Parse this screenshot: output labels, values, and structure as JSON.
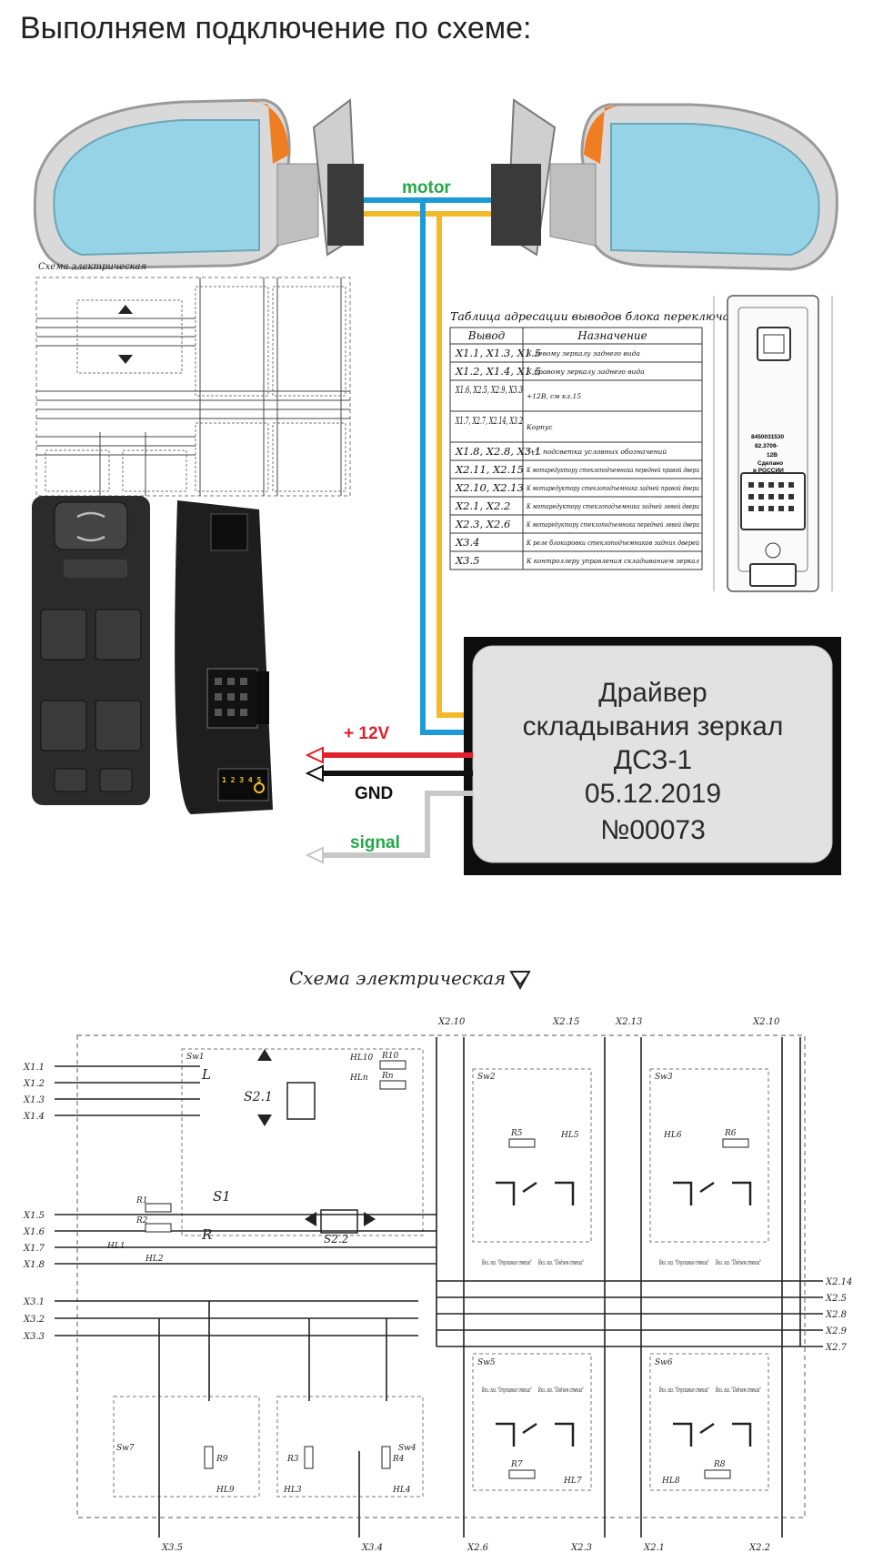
{
  "page": {
    "heading": "Выполняем подключение по схеме:"
  },
  "wires": {
    "motor": "motor",
    "plus12v": "+ 12V",
    "gnd": "GND",
    "signal": "signal",
    "colors": {
      "motor_blue": "#1e9ad6",
      "motor_yellow": "#f2b928",
      "plus12v": "#e0202a",
      "gnd": "#111111",
      "signal": "#c8c8c8",
      "motor_label": "#25a84a",
      "plus12v_label": "#e0202a",
      "signal_label": "#25a84a"
    }
  },
  "driver": {
    "line1": "Драйвер",
    "line2": "складывания зеркал",
    "line3": "ДСЗ-1",
    "date": "05.12.2019",
    "serial": "№00073"
  },
  "connector": {
    "pins": "1 2 3 4 5"
  },
  "small_schematic": {
    "title": "Схема электрическая"
  },
  "table": {
    "title": "Таблица адресации выводов блока переключателей",
    "headers": [
      "Вывод",
      "Назначение"
    ],
    "rows": [
      [
        "X1.1, X1.3, X1.5",
        "К левому зеркалу заднего вида"
      ],
      [
        "X1.2, X1.4, X1.5",
        "К правому зеркалу заднего вида"
      ],
      [
        "X1.6, X2.5, X2.9, X3.3",
        "+12В, см кл.15"
      ],
      [
        "X1.7, X2.7, X2.14, X3.2",
        "Корпус"
      ],
      [
        "X1.8, X2.8, X3.1",
        "\"+\", подсветка условных обозначений"
      ],
      [
        "X2.11, X2.15",
        "К мотаредуктору стеклоподъемника передней правой двери"
      ],
      [
        "X2.10, X2.13",
        "К мотаредуктору стеклоподъемника задней правой двери"
      ],
      [
        "X2.1, X2.2",
        "К мотаредуктору стеклоподъемника задней левой двери"
      ],
      [
        "X2.3, X2.6",
        "К мотаредуктору стеклоподъемника передней левой двери"
      ],
      [
        "X3.4",
        "К реле блокировки стеклоподъемников задних дверей"
      ],
      [
        "X3.5",
        "К контроллеру управления складыванием зеркал"
      ]
    ]
  },
  "unit_drawing": {
    "label1": "8450031530",
    "label2": "82.3709-",
    "label3": "12В",
    "label4": "Сделано",
    "label5": "в РОССИИ"
  },
  "big_schematic": {
    "title": "Схема электрическая",
    "top_labels": [
      "X2.10",
      "X2.15",
      "X2.13",
      "X2.10"
    ],
    "left_inputs_top": [
      "X1.1",
      "X1.2",
      "X1.3",
      "X1.4"
    ],
    "left_inputs_mid": [
      "X1.5",
      "X1.6",
      "X1.7",
      "X1.8"
    ],
    "left_inputs_low": [
      "X3.1",
      "X3.2",
      "X3.3"
    ],
    "right_outputs": [
      "X2.14",
      "X2.5",
      "X2.8",
      "X2.9",
      "X2.7"
    ],
    "bottom_labels": [
      "X3.5",
      "X3.4",
      "X2.6",
      "X2.3",
      "X2.1",
      "X2.2"
    ],
    "switches": [
      "Sw1",
      "Sw2",
      "Sw3",
      "Sw4",
      "Sw5",
      "Sw6",
      "Sw7"
    ],
    "components": {
      "s1": "S1",
      "s21": "S2.1",
      "s22": "S2.2",
      "l": "L",
      "r": "R",
      "r1": "R1",
      "r2": "R2",
      "hl1": "HL1",
      "hl2": "HL2",
      "hl10": "HL10",
      "r10": "R10",
      "hln": "HLn",
      "rn": "Rn",
      "r5": "R5",
      "hl5": "HL5",
      "hl6": "HL6",
      "r6": "R6",
      "r7": "R7",
      "hl7": "HL7",
      "r8": "R8",
      "hl8": "HL8",
      "r9": "R9",
      "hl9": "HL9",
      "r3": "R3",
      "hl3": "HL3",
      "r4": "R4",
      "hl4": "HL4"
    },
    "switch_caption_down": "Вкл. газ. \"Опускание стекла\"",
    "switch_caption_up": "Вкл. газ. \"Подъем стекла\""
  }
}
